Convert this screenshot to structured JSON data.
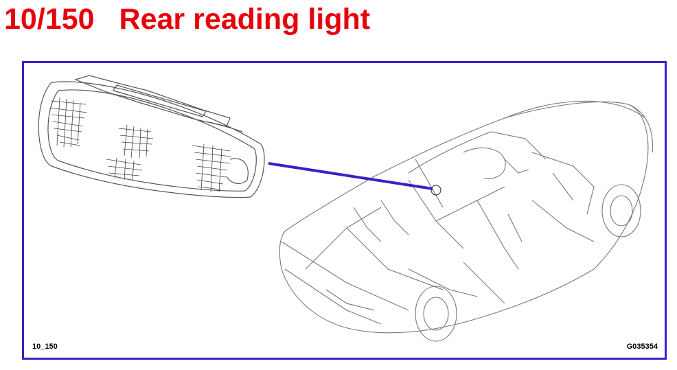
{
  "header": {
    "code": "10/150",
    "title": "Rear reading light"
  },
  "figure": {
    "left_caption": "10_150",
    "right_caption": "G035354",
    "callout_color": "#3d1fc8",
    "title_color": "#e8000b"
  }
}
